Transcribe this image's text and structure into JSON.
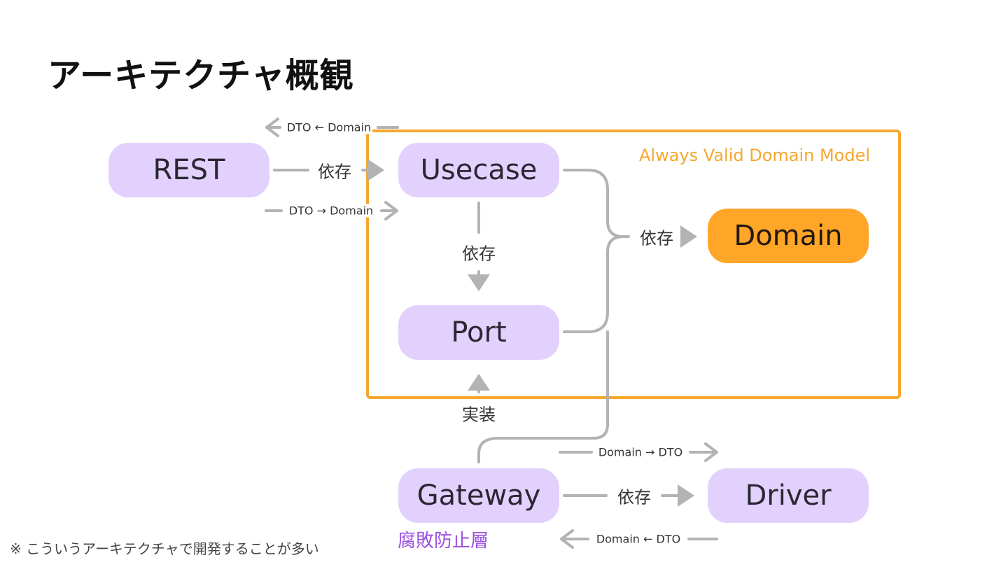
{
  "title": "アーキテクチャ概観",
  "frame": {
    "label": "Always Valid Domain Model"
  },
  "nodes": {
    "rest": "REST",
    "usecase": "Usecase",
    "port": "Port",
    "domain": "Domain",
    "gateway": "Gateway",
    "driver": "Driver"
  },
  "edges": {
    "rest_usecase": "依存",
    "usecase_port": "依存",
    "to_domain": "依存",
    "gateway_driver": "依存",
    "gateway_port": "実装"
  },
  "conversions": {
    "usecase_to_rest": "DTO ← Domain",
    "rest_to_usecase": "DTO → Domain",
    "gateway_to_driver": "Domain → DTO",
    "driver_to_gateway": "Domain ← DTO"
  },
  "acl_label": "腐敗防止層",
  "footnote": "※ こういうアーキテクチャで開発することが多い",
  "colors": {
    "node_fill": "#E3D1FD",
    "domain_fill": "#FFA629",
    "frame": "#F5A72F",
    "arrow": "#B3B3B3",
    "acl_text": "#9B4FE0"
  }
}
